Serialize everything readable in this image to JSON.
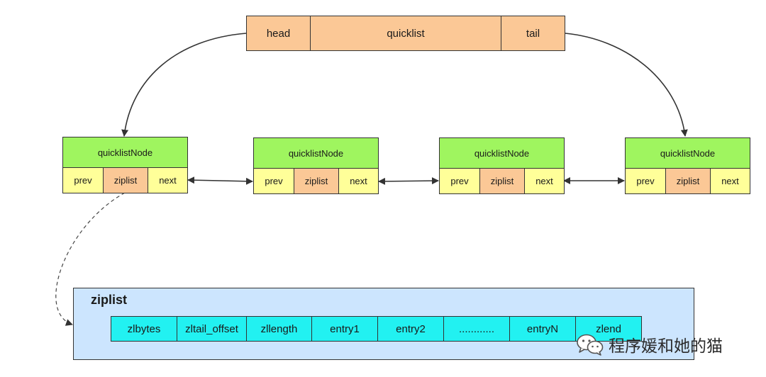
{
  "quicklist": {
    "head": "head",
    "label": "quicklist",
    "tail": "tail"
  },
  "nodes": [
    {
      "title": "quicklistNode",
      "prev": "prev",
      "ziplist": "ziplist",
      "next": "next"
    },
    {
      "title": "quicklistNode",
      "prev": "prev",
      "ziplist": "ziplist",
      "next": "next"
    },
    {
      "title": "quicklistNode",
      "prev": "prev",
      "ziplist": "ziplist",
      "next": "next"
    },
    {
      "title": "quicklistNode",
      "prev": "prev",
      "ziplist": "ziplist",
      "next": "next"
    }
  ],
  "ziplist": {
    "title": "ziplist",
    "cells": [
      "zlbytes",
      "zltail_offset",
      "zllength",
      "entry1",
      "entry2",
      "............",
      "entryN",
      "zlend"
    ]
  },
  "watermark": {
    "text": "程序媛和她的猫",
    "icon": "wechat-icon"
  },
  "colors": {
    "header_fill": "#fbc896",
    "node_title_fill": "#9ff55f",
    "pointer_fill": "#ffff99",
    "ziplist_bg": "#cce5fe",
    "ziplist_cell_fill": "#22f1f1"
  }
}
